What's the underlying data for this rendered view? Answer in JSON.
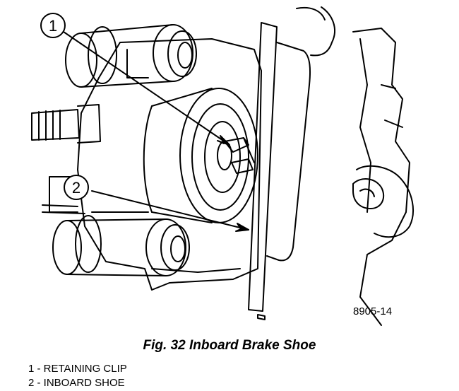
{
  "figure": {
    "caption": "Fig. 32 Inboard Brake Shoe",
    "code": "8905-14",
    "callouts": [
      {
        "number": "1"
      },
      {
        "number": "2"
      }
    ]
  },
  "legend": [
    {
      "number": "1",
      "label": "RETAINING CLIP",
      "text": "1 - RETAINING CLIP"
    },
    {
      "number": "2",
      "label": "INBOARD SHOE",
      "text": "2 - INBOARD SHOE"
    }
  ]
}
